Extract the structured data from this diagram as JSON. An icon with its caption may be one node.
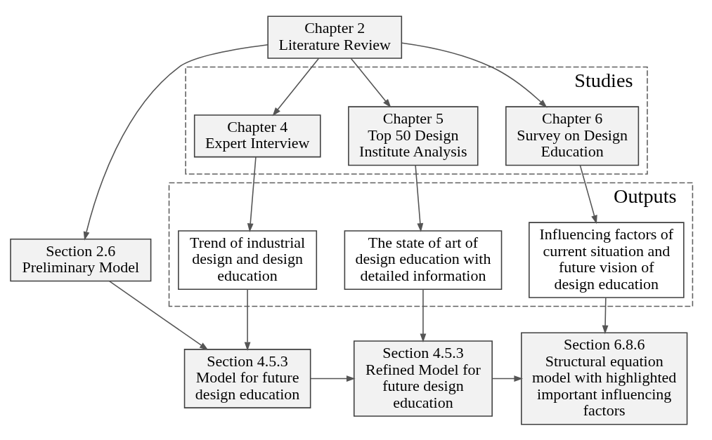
{
  "diagram": {
    "nodes": [
      {
        "text": [
          "Chapter 2",
          "Literature Review"
        ]
      },
      {
        "text": [
          "Studies"
        ]
      },
      {
        "text": [
          "Chapter 4",
          "Expert Interview"
        ],
        "in": 1
      },
      {
        "text": [
          "Chapter 5",
          "Top 50 Design Institute Analysis"
        ],
        "in": 1
      },
      {
        "text": [
          "Chapter 6",
          "Survey on Design Education"
        ],
        "in": 1
      },
      {
        "text": [
          "Outputs"
        ]
      },
      {
        "text": [
          "Trend of industrial design and design education"
        ],
        "in": 5
      },
      {
        "text": [
          "The state of art of design education with detailed information"
        ],
        "in": 5
      },
      {
        "text": [
          "Influencing factors of current situation and future vision of design education"
        ],
        "in": 5
      },
      {
        "text": [
          "Section 2.6",
          "Preliminary Model"
        ]
      },
      {
        "text": [
          "Section 4.5.3",
          "Model for future design education"
        ]
      },
      {
        "text": [
          "Section 4.5.3",
          "Refined Model for future design education"
        ]
      },
      {
        "text": [
          "Section 6.8.6",
          "Structural equation model with highlighted important influencing factors"
        ]
      }
    ],
    "edges": [
      {
        "from": 0,
        "to": 2,
        "arrow": "to"
      },
      {
        "from": 0,
        "to": 3,
        "arrow": "to"
      },
      {
        "from": 0,
        "to": 4,
        "arrow": "to"
      },
      {
        "from": 0,
        "to": 9,
        "arrow": "to"
      },
      {
        "from": 2,
        "to": 6,
        "arrow": "to"
      },
      {
        "from": 3,
        "to": 7,
        "arrow": "to"
      },
      {
        "from": 4,
        "to": 8,
        "arrow": "to"
      },
      {
        "from": 6,
        "to": 10,
        "arrow": "to"
      },
      {
        "from": 7,
        "to": 11,
        "arrow": "to"
      },
      {
        "from": 8,
        "to": 12,
        "arrow": "to"
      },
      {
        "from": 9,
        "to": 10,
        "arrow": "to"
      },
      {
        "from": 10,
        "to": 11,
        "arrow": "to"
      },
      {
        "from": 11,
        "to": 12,
        "arrow": "to"
      }
    ]
  }
}
